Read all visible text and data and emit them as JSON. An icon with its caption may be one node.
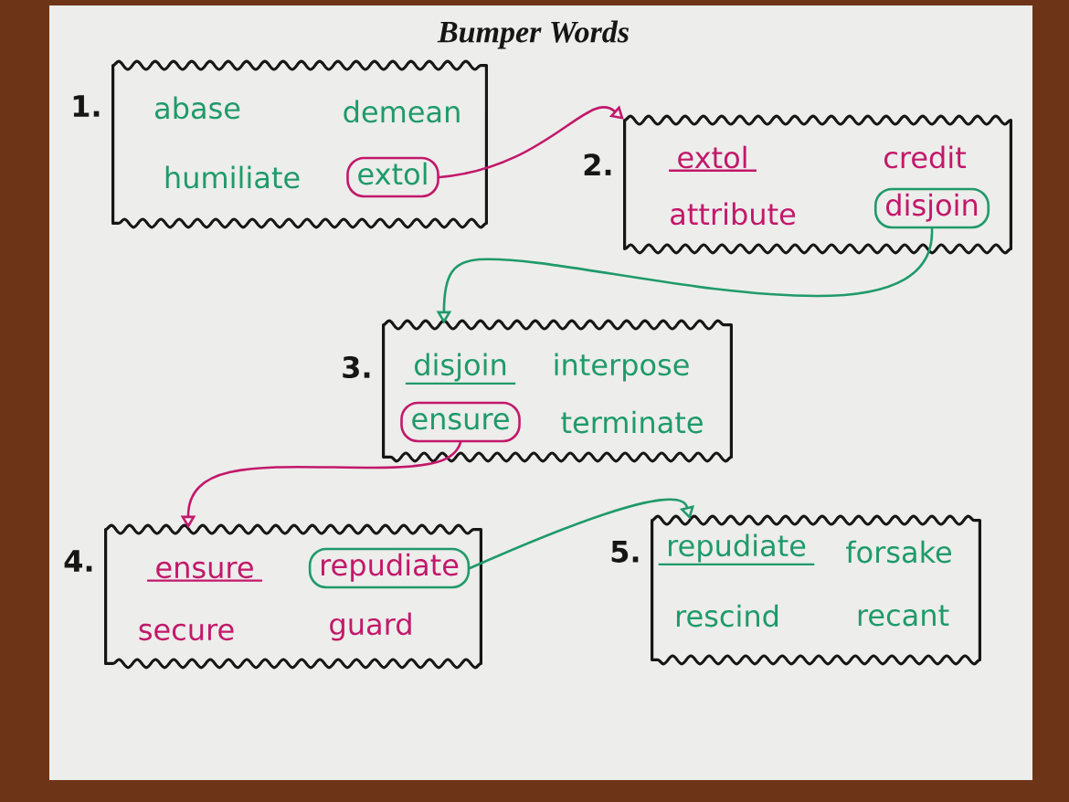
{
  "diagram": {
    "title": "Bumper Words",
    "nodes": [
      {
        "text": [
          "abase",
          "demean",
          "humiliate"
        ],
        "beside": [
          "1."
        ]
      },
      {
        "text": [
          "extol"
        ],
        "in": 0
      },
      {
        "text": [
          "extol",
          "credit",
          "attribute"
        ],
        "beside": [
          "2."
        ]
      },
      {
        "text": [
          "disjoin"
        ],
        "in": 2
      },
      {
        "text": [
          "disjoin",
          "interpose",
          "terminate"
        ],
        "beside": [
          "3."
        ]
      },
      {
        "text": [
          "ensure"
        ],
        "in": 4
      },
      {
        "text": [
          "ensure",
          "secure",
          "guard"
        ],
        "beside": [
          "4."
        ]
      },
      {
        "text": [
          "repudiate"
        ],
        "in": 6
      },
      {
        "text": [
          "repudiate",
          "forsake",
          "rescind",
          "recant"
        ],
        "beside": [
          "5."
        ]
      }
    ],
    "edges": [
      {
        "from": 1,
        "to": 2,
        "arrow": "to",
        "color": "#c2186b"
      },
      {
        "from": 3,
        "to": 4,
        "arrow": "to",
        "color": "#1f9a6a"
      },
      {
        "from": 5,
        "to": 6,
        "arrow": "to",
        "color": "#c2186b"
      },
      {
        "from": 7,
        "to": 8,
        "arrow": "to",
        "color": "#1f9a6a"
      }
    ]
  }
}
